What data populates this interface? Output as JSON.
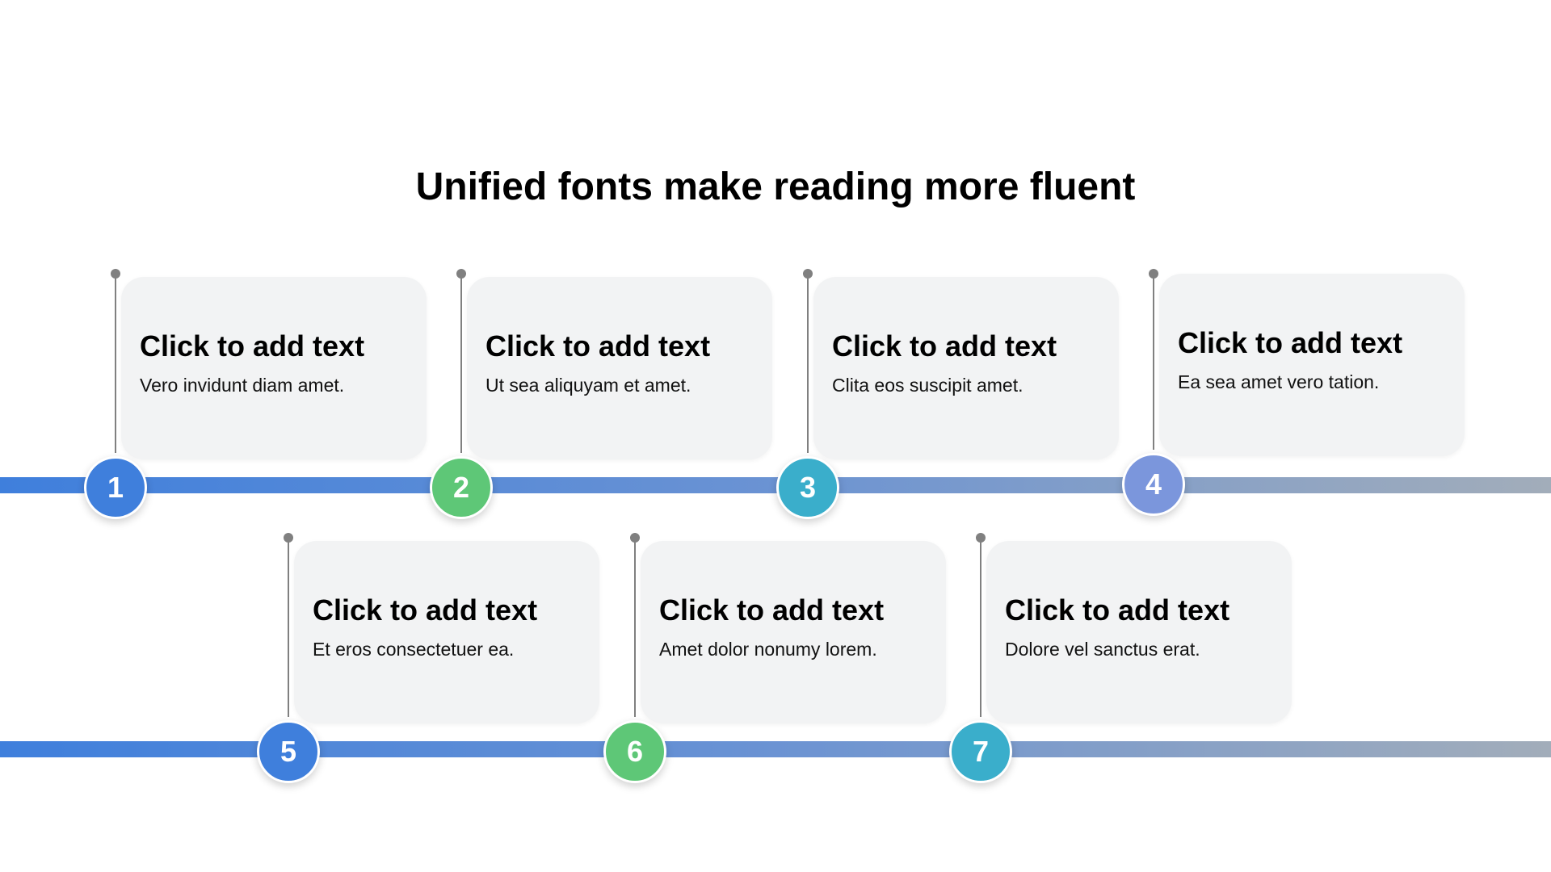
{
  "title": "Unified fonts make reading more fluent",
  "colors": {
    "track_start": "#3f7fdc",
    "track_mid": "#6b93d3",
    "track_end": "#a2adba",
    "card_bg": "#f2f3f4",
    "stem": "#808080",
    "blue": "#3f7fdc",
    "green": "#5ec777",
    "teal": "#3aaecb",
    "periwinkle": "#7b96dc"
  },
  "steps": [
    {
      "number": "1",
      "title": "Click to add text",
      "body": "Vero invidunt diam amet.",
      "color": "#3f7fdc"
    },
    {
      "number": "2",
      "title": "Click to add text",
      "body": "Ut sea aliquyam et amet.",
      "color": "#5ec777"
    },
    {
      "number": "3",
      "title": "Click to add text",
      "body": "Clita eos suscipit amet.",
      "color": "#3aaecb"
    },
    {
      "number": "4",
      "title": "Click to add text",
      "body": "Ea sea amet vero tation.",
      "color": "#7b96dc"
    },
    {
      "number": "5",
      "title": "Click to add text",
      "body": "Et eros consectetuer ea.",
      "color": "#3f7fdc"
    },
    {
      "number": "6",
      "title": "Click to add text",
      "body": "Amet dolor nonumy lorem.",
      "color": "#5ec777"
    },
    {
      "number": "7",
      "title": "Click to add text",
      "body": "Dolore vel sanctus erat.",
      "color": "#3aaecb"
    }
  ]
}
